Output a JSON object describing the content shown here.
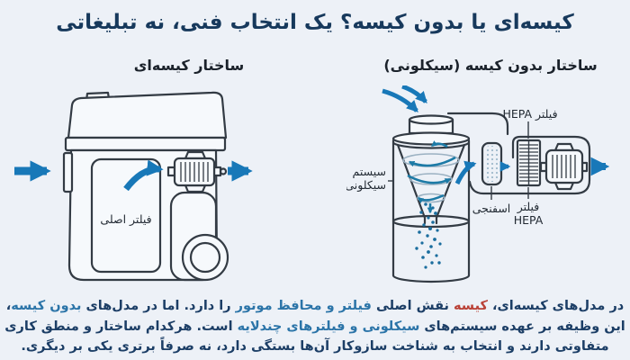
{
  "page": {
    "background": "#EDF1F7"
  },
  "title": {
    "text": "کیسه‌ای یا بدون کیسه؟ یک انتخاب فنی، نه تبلیغاتی",
    "color": "#17395C"
  },
  "sections": {
    "bagged": {
      "heading": "ساختار کیسه‌ای",
      "labels": {
        "main_filter": "فیلتر اصلی"
      }
    },
    "bagless": {
      "heading": "ساختار بدون کیسه (سیکلونی)",
      "labels": {
        "hepa_top": "فیلتر HEPA",
        "cyclone_line1": "سیستم",
        "cyclone_line2": "سیکلونی",
        "sponge": "اسفنجی",
        "hepa_bottom_line1": "فیلتر",
        "hepa_bottom_line2": "HEPA"
      }
    }
  },
  "paragraph": {
    "segments": [
      {
        "text": "در مدل‌های کیسه‌ای، ",
        "color": "#1C3E66"
      },
      {
        "text": "کیسه",
        "color": "#BA4238"
      },
      {
        "text": " نقش اصلی ",
        "color": "#1C3E66"
      },
      {
        "text": "فیلتر و محافظ موتور",
        "color": "#2B74A8"
      },
      {
        "text": " را دارد. اما در مدل‌های ",
        "color": "#1C3E66"
      },
      {
        "text": "بدون کیسه",
        "color": "#2B74A8"
      },
      {
        "text": "، این وظیفه بر عهده سیستم‌های ",
        "color": "#1C3E66"
      },
      {
        "text": "سیکلونی و فیلترهای چندلایه",
        "color": "#2B74A8"
      },
      {
        "text": " است. هرکدام ساختار و منطق کاری متفاوتی دارند و انتخاب به شناخت سازوکار آن‌ها بستگی دارد، نه صرفاً برتری یکی بر دیگری.",
        "color": "#1C3E66"
      }
    ]
  },
  "colors": {
    "navy_text": "#1C3E66",
    "red_highlight": "#BA4238",
    "blue_highlight": "#2B74A8",
    "arrow_blue": "#1878B8",
    "outline": "#333B44"
  }
}
